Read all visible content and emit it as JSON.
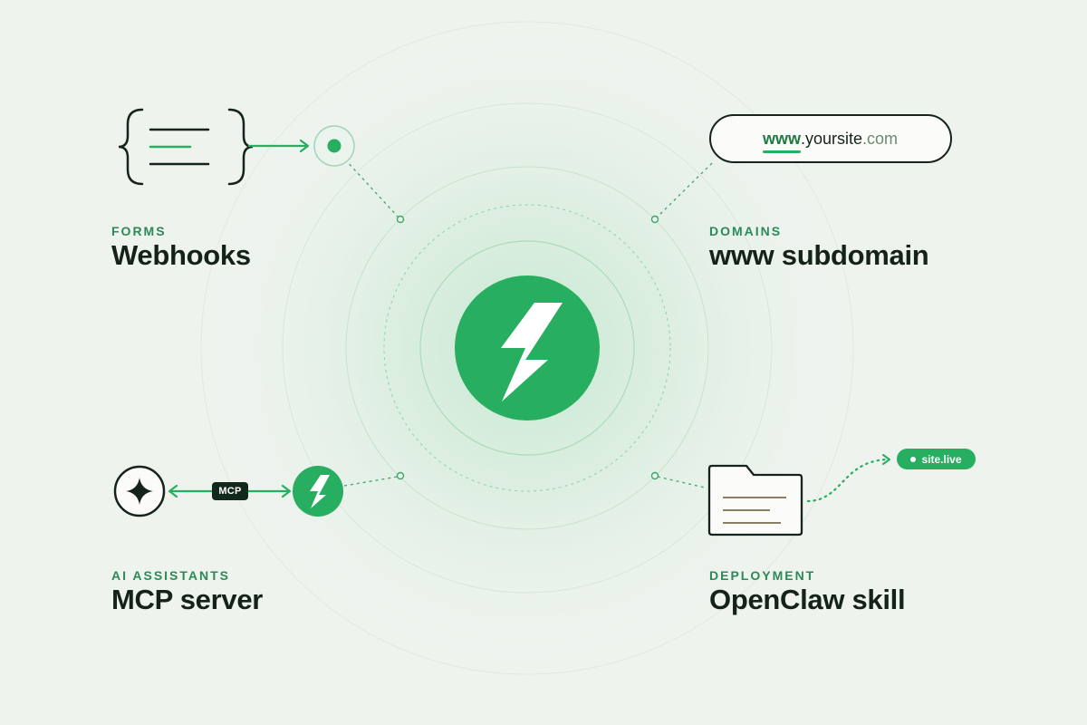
{
  "theme": {
    "accent": "#27ae60",
    "dark": "#152218",
    "background": "#eef3ee",
    "eyebrow_color": "#2b8a57"
  },
  "hub": {
    "icon": "lightning-bolt-icon"
  },
  "features": [
    {
      "eyebrow": "FORMS",
      "title": "Webhooks",
      "icon": "curly-braces-icon"
    },
    {
      "eyebrow": "DOMAINS",
      "title": "www subdomain",
      "icon": "globe-icon"
    },
    {
      "eyebrow": "AI ASSISTANTS",
      "title": "MCP server",
      "icon": "sparkle-icon"
    },
    {
      "eyebrow": "DEPLOYMENT",
      "title": "OpenClaw skill",
      "icon": "folder-icon"
    }
  ],
  "url_bar": {
    "prefix": "www",
    "middle": ".yoursite",
    "suffix": ".com"
  },
  "mcp_tag": "MCP",
  "deploy_pill": "site.live"
}
